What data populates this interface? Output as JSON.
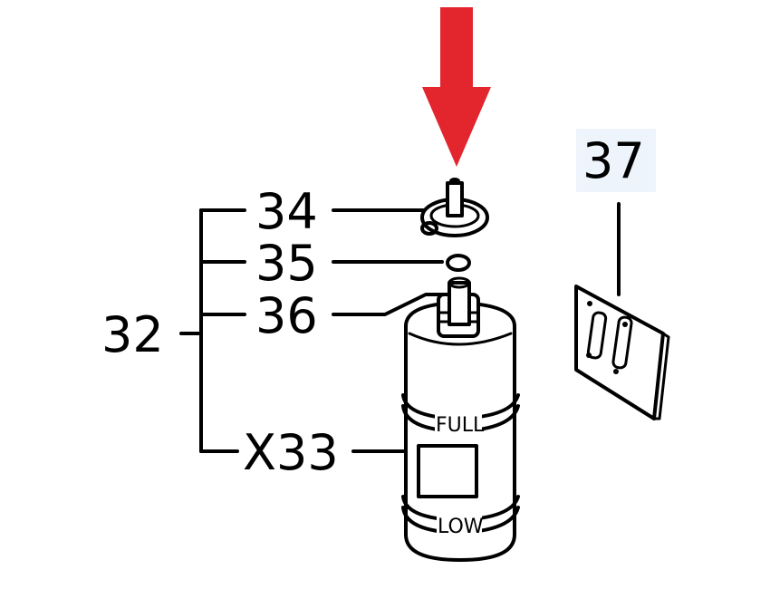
{
  "labels": {
    "assembly": "32",
    "cap": "34",
    "seal": "35",
    "washer": "36",
    "reservoir": "X33",
    "decal": "37"
  },
  "reservoir_marks": {
    "full": "FULL",
    "low": "LOW"
  },
  "icons": {
    "pointer": "down-arrow-icon"
  },
  "colors": {
    "pointer_arrow": "#e3262e",
    "decal_label_bg": "#eef4fb",
    "line": "#000000"
  }
}
